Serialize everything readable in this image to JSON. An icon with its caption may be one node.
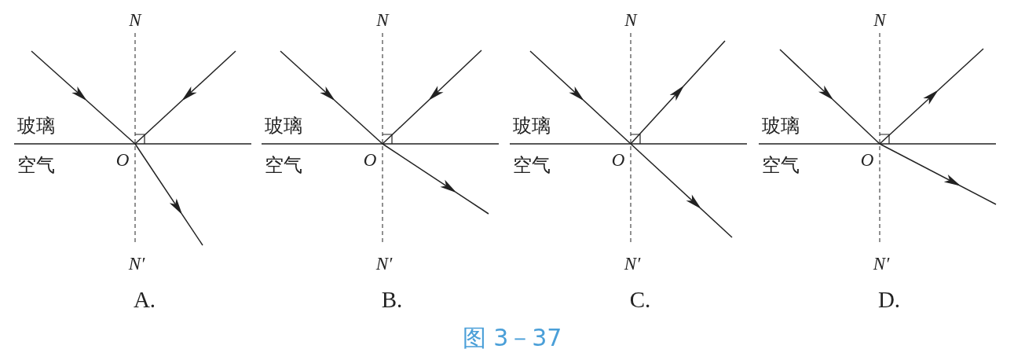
{
  "diagram": {
    "caption": "图 3－37",
    "labels": [
      "N",
      "玻璃",
      "空气",
      "O",
      "N′",
      "A.",
      "N",
      "玻璃",
      "空气",
      "O",
      "N′",
      "B.",
      "N",
      "玻璃",
      "空气",
      "O",
      "N′",
      "C.",
      "N",
      "玻璃",
      "空气",
      "O",
      "N′",
      "D."
    ]
  }
}
